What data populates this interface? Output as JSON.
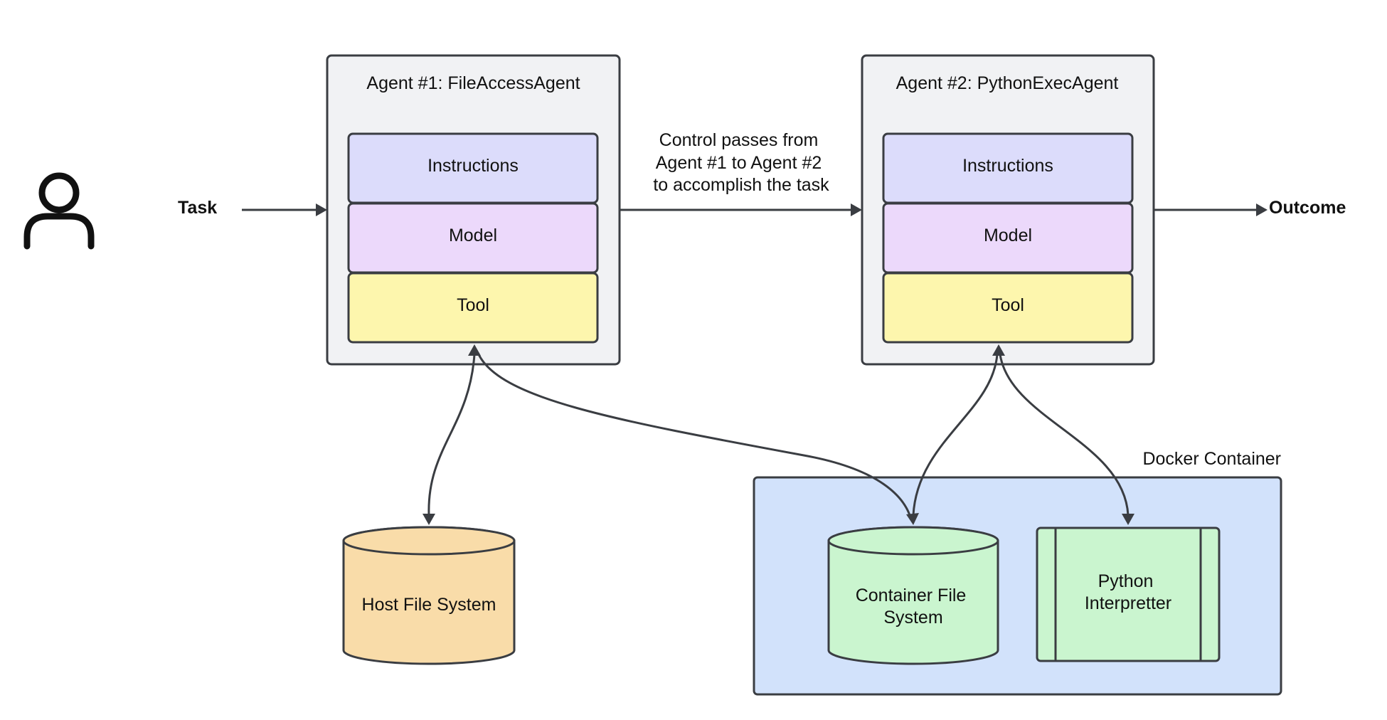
{
  "user": {
    "icon": "person-icon"
  },
  "task_label": "Task",
  "outcome_label": "Outcome",
  "agent1": {
    "title": "Agent #1: FileAccessAgent",
    "instructions": "Instructions",
    "model": "Model",
    "tool": "Tool"
  },
  "agent2": {
    "title": "Agent #2: PythonExecAgent",
    "instructions": "Instructions",
    "model": "Model",
    "tool": "Tool"
  },
  "handoff": {
    "lines": [
      "Control passes from",
      "Agent #1 to Agent #2",
      "to accomplish the task"
    ]
  },
  "host_fs": {
    "label": "Host File System"
  },
  "docker": {
    "title": "Docker Container",
    "container_fs": {
      "lines": [
        "Container File",
        "System"
      ]
    },
    "python": {
      "lines": [
        "Python",
        "Interpretter"
      ]
    }
  },
  "colors": {
    "agent_bg": "#f1f2f4",
    "instructions": "#dcdcfb",
    "model": "#ecd9fb",
    "tool": "#fdf6ad",
    "host_fs": "#f9dca9",
    "docker_bg": "#d2e2fb",
    "green": "#caf5cf",
    "stroke": "#3a3d42"
  }
}
